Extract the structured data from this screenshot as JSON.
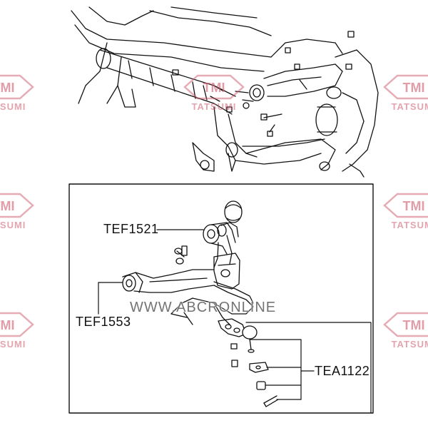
{
  "watermark": {
    "logo_text": "TMI",
    "brand_text": "TATSUMI",
    "color": "#cd5a6e",
    "site": "WWW.ABCRONLINE"
  },
  "parts": {
    "upper_arm": "TEF1521",
    "lower_arm": "TEF1553",
    "ball_joint": "TEA1122"
  }
}
